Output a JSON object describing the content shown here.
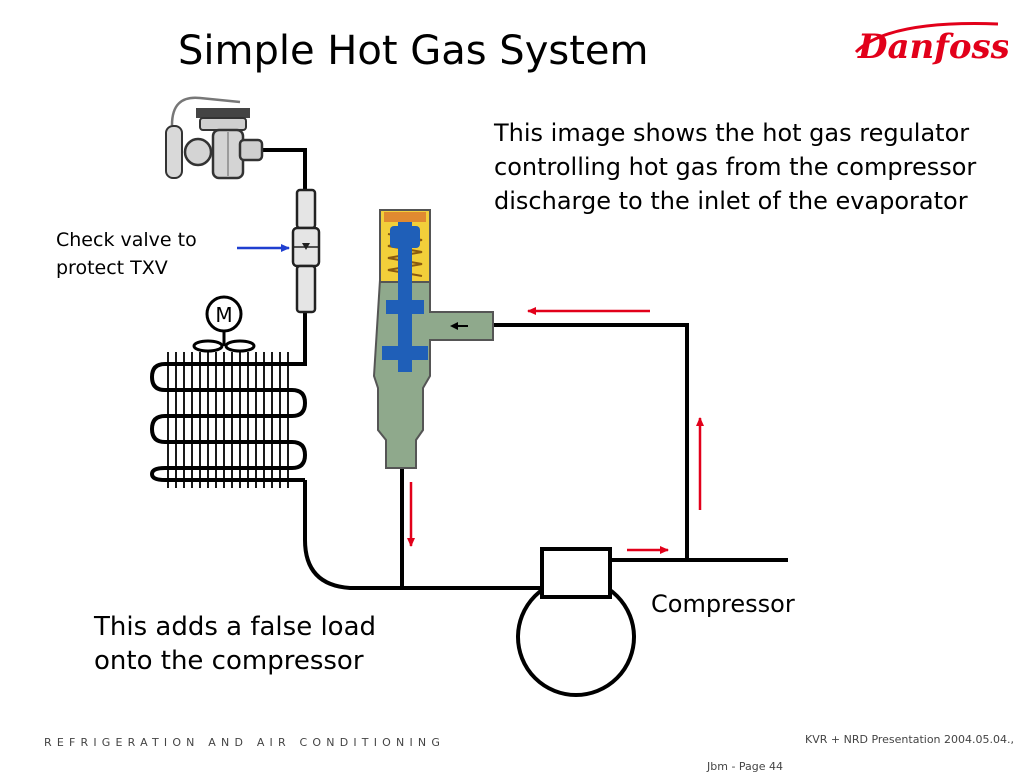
{
  "slide": {
    "title": "Simple Hot Gas System",
    "logo_text": "Danfoss",
    "description": "This image shows the hot gas regulator controlling hot gas from the compressor discharge to the inlet of the evaporator",
    "labels": {
      "check_valve": "Check valve to protect TXV",
      "compressor": "Compressor",
      "fan_motor": "M",
      "false_load": "This adds a false load onto the compressor"
    },
    "footer": {
      "left": "REFRIGERATION AND AIR CONDITIONING",
      "right": "KVR + NRD Presentation 2004.05.04.,",
      "page": "Jbm - Page 44"
    }
  },
  "colors": {
    "brand_red": "#e2001a",
    "flow_arrow": "#e2001a",
    "pointer_arrow": "#1f3fd0",
    "valve_body": "#8fa98c",
    "valve_blue": "#1f5fb8",
    "valve_spring_yellow": "#f2cf3a",
    "valve_orange": "#e08a30"
  },
  "icons": {
    "logo": "danfoss-logo",
    "txv": "expansion-valve-icon",
    "check_valve": "check-valve-icon",
    "fan": "fan-motor-icon",
    "evaporator": "evaporator-coil-icon",
    "regulator": "hot-gas-regulator-icon",
    "compressor": "compressor-icon"
  }
}
